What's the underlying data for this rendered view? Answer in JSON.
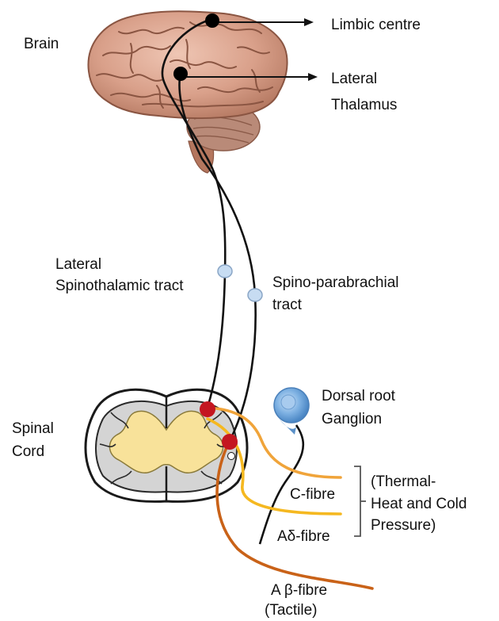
{
  "diagram": {
    "labels": {
      "brain": "Brain",
      "limbic_centre": "Limbic centre",
      "lateral": "Lateral",
      "thalamus": "Thalamus",
      "lateral_spinothalamic_1": "Lateral",
      "lateral_spinothalamic_2": "Spinothalamic tract",
      "spino_parabrachial_1": "Spino-parabrachial",
      "spino_parabrachial_2": "tract",
      "dorsal_root_1": "Dorsal root",
      "dorsal_root_2": "Ganglion",
      "spinal_1": "Spinal",
      "spinal_2": "Cord",
      "c_fibre": "C-fibre",
      "a_delta_fibre": "Aδ-fibre",
      "thermal_1": "(Thermal-",
      "thermal_2": "Heat and Cold",
      "thermal_3": "Pressure)",
      "a_beta_1": "A β-fibre",
      "a_beta_2": "(Tactile)"
    },
    "colors": {
      "brain": "#d9a08a",
      "cerebellum": "#b98a78",
      "grey_matter": "#f8e29a",
      "spinal_outline": "#1a1a1a",
      "tract_line": "#111111",
      "tract_node": "#c7dcf2",
      "synapse": "#c41620",
      "c_fibre": "#f0a43a",
      "a_delta_fibre": "#f5b820",
      "a_beta_fibre": "#c96218",
      "ganglion": "#6ea5dc"
    }
  }
}
